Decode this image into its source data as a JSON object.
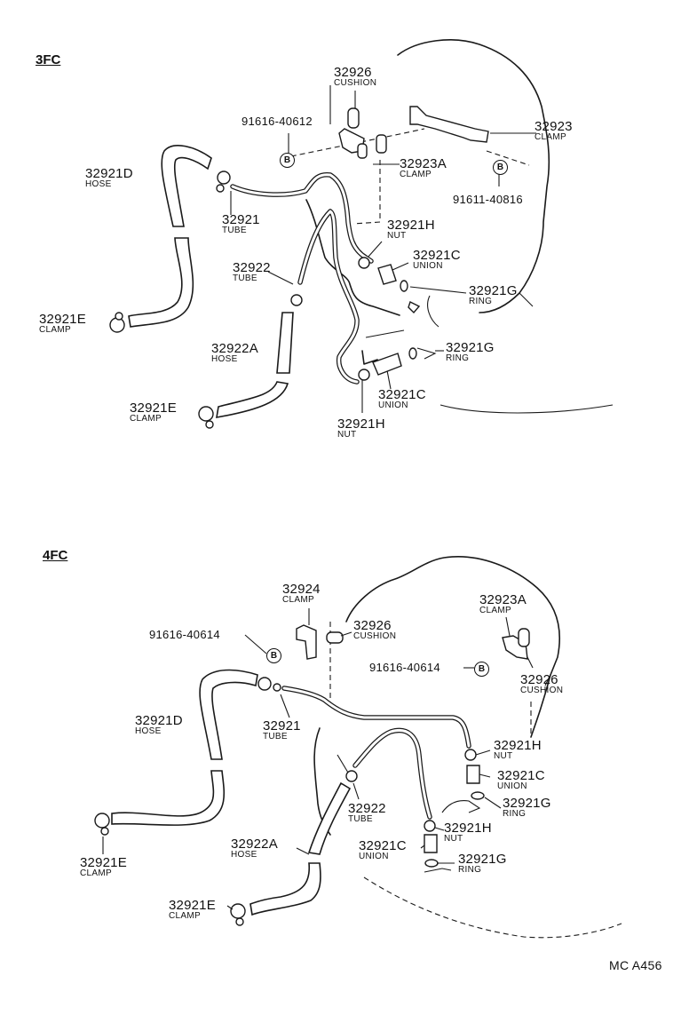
{
  "sections": [
    {
      "title": "3FC",
      "labels": [
        {
          "num": "32926",
          "name": "CUSHION"
        },
        {
          "num": "91616-40612",
          "name": ""
        },
        {
          "num": "32923",
          "name": "CLAMP"
        },
        {
          "num": "32923A",
          "name": "CLAMP"
        },
        {
          "num": "91611-40816",
          "name": ""
        },
        {
          "num": "32921D",
          "name": "HOSE"
        },
        {
          "num": "32921",
          "name": "TUBE"
        },
        {
          "num": "32921H",
          "name": "NUT"
        },
        {
          "num": "32921C",
          "name": "UNION"
        },
        {
          "num": "32922",
          "name": "TUBE"
        },
        {
          "num": "32921G",
          "name": "RING"
        },
        {
          "num": "32921E",
          "name": "CLAMP"
        },
        {
          "num": "32922A",
          "name": "HOSE"
        },
        {
          "num": "32921G",
          "name": "RING"
        },
        {
          "num": "32921C",
          "name": "UNION"
        },
        {
          "num": "32921E",
          "name": "CLAMP"
        },
        {
          "num": "32921H",
          "name": "NUT"
        }
      ],
      "bolts": [
        "B",
        "B"
      ]
    },
    {
      "title": "4FC",
      "labels": [
        {
          "num": "32924",
          "name": "CLAMP"
        },
        {
          "num": "32923A",
          "name": "CLAMP"
        },
        {
          "num": "32926",
          "name": "CUSHION"
        },
        {
          "num": "91616-40614",
          "name": ""
        },
        {
          "num": "91616-40614",
          "name": ""
        },
        {
          "num": "32926",
          "name": "CUSHION"
        },
        {
          "num": "32921D",
          "name": "HOSE"
        },
        {
          "num": "32921",
          "name": "TUBE"
        },
        {
          "num": "32921H",
          "name": "NUT"
        },
        {
          "num": "32921C",
          "name": "UNION"
        },
        {
          "num": "32921G",
          "name": "RING"
        },
        {
          "num": "32922",
          "name": "TUBE"
        },
        {
          "num": "32921H",
          "name": "NUT"
        },
        {
          "num": "32922A",
          "name": "HOSE"
        },
        {
          "num": "32921C",
          "name": "UNION"
        },
        {
          "num": "32921G",
          "name": "RING"
        },
        {
          "num": "32921E",
          "name": "CLAMP"
        },
        {
          "num": "32921E",
          "name": "CLAMP"
        }
      ],
      "bolts": [
        "B",
        "B"
      ]
    }
  ],
  "catalog_code": "MC A456"
}
